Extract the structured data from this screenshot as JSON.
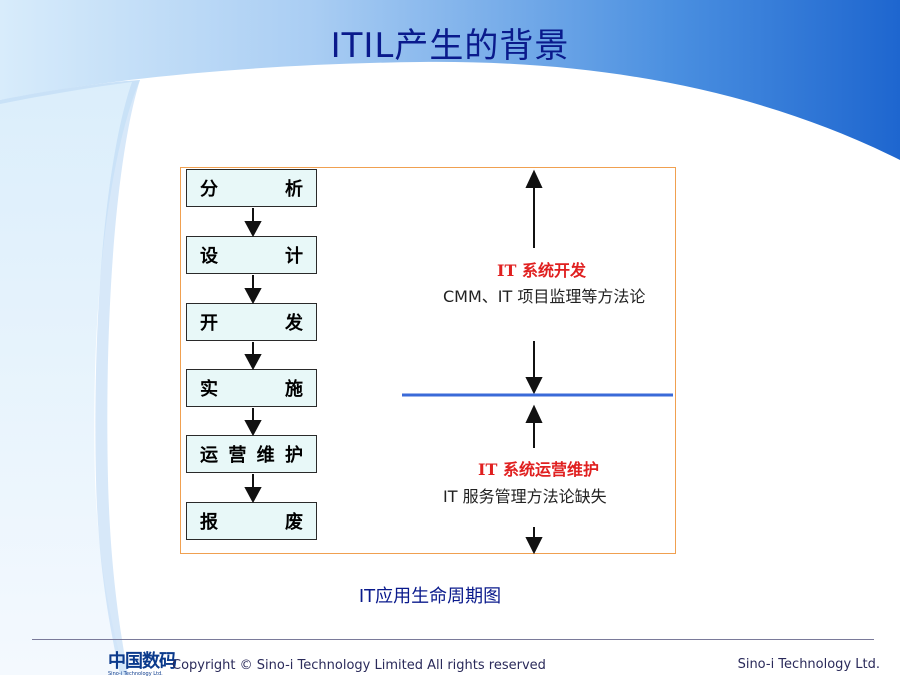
{
  "header": {
    "title": "ITIL产生的背景"
  },
  "lifecycle": {
    "stages": [
      {
        "chars": [
          "分",
          "析"
        ]
      },
      {
        "chars": [
          "设",
          "计"
        ]
      },
      {
        "chars": [
          "开",
          "发"
        ]
      },
      {
        "chars": [
          "实",
          "施"
        ]
      },
      {
        "chars": [
          "运",
          "营",
          "维",
          "护"
        ]
      },
      {
        "chars": [
          "报",
          "废"
        ]
      }
    ]
  },
  "development": {
    "title": "IT 系统开发",
    "description": "CMM、IT 项目监理等方法论"
  },
  "operations": {
    "title": "IT 系统运营维护",
    "description": "IT 服务管理方法论缺失"
  },
  "caption": "IT应用生命周期图",
  "footer": {
    "logo_text": "中国数码",
    "logo_sub": "Sino-i Technology Ltd.",
    "copyright": "Copyright © Sino-i Technology Limited All rights reserved",
    "company": "Sino-i Technology Ltd."
  },
  "colors": {
    "title": "#0a1a8c",
    "accent_red": "#e02020",
    "divider_blue": "#3a6ad8",
    "frame_orange": "#f0a050",
    "stage_fill": "#e8f8f8"
  }
}
